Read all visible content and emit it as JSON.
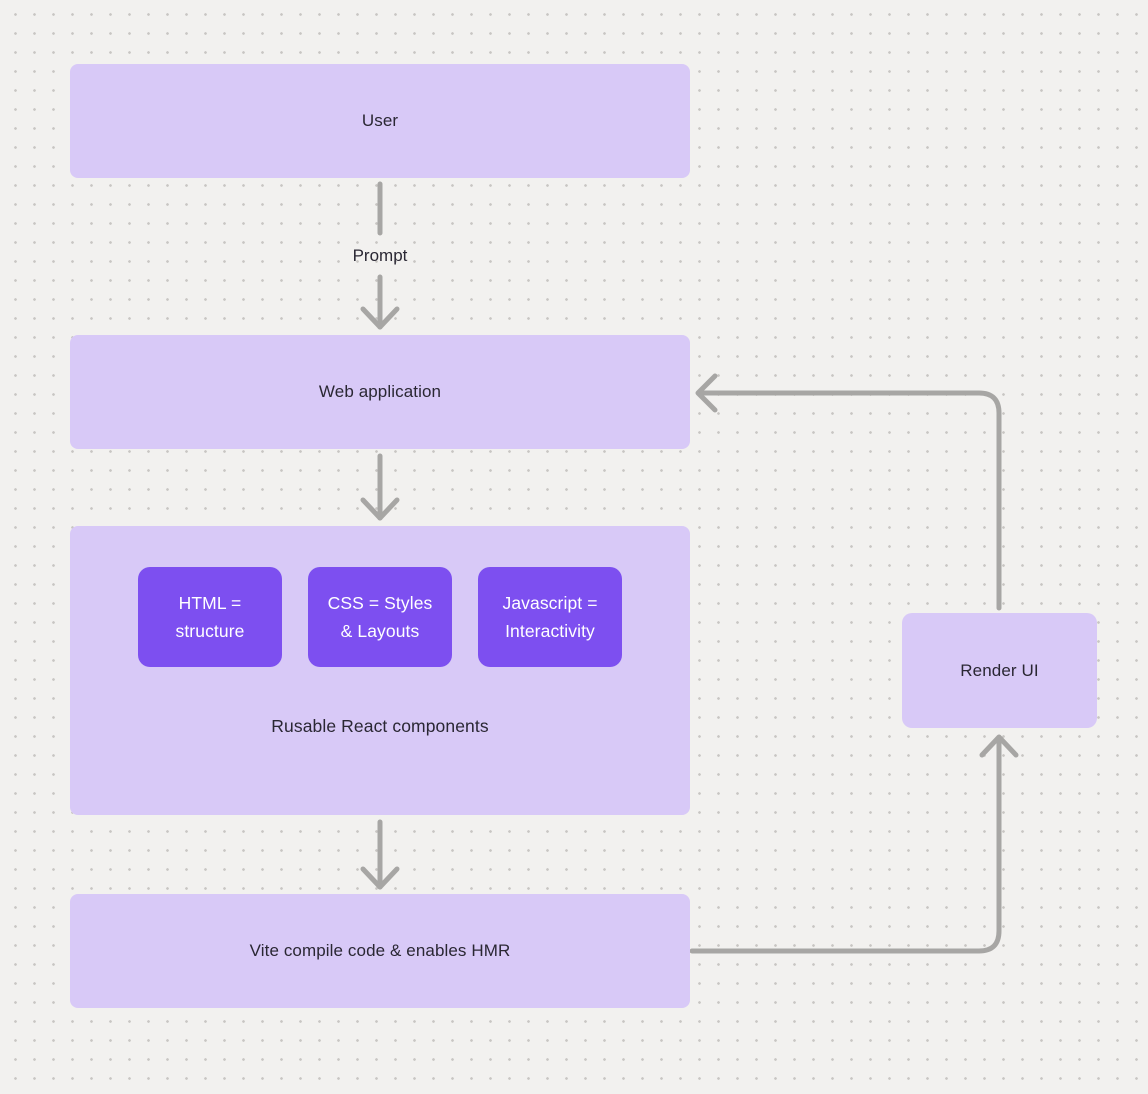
{
  "diagram": {
    "nodes": {
      "user": {
        "label": "User"
      },
      "web_application": {
        "label": "Web application"
      },
      "components_group": {
        "caption": "Rusable React components",
        "children": [
          {
            "label": "HTML = structure"
          },
          {
            "label": "CSS = Styles & Layouts"
          },
          {
            "label": "Javascript = Interactivity"
          }
        ]
      },
      "vite": {
        "label": "Vite compile code & enables HMR"
      },
      "render_ui": {
        "label": "Render UI"
      }
    },
    "edge_labels": {
      "prompt": "Prompt"
    },
    "colors": {
      "background": "#f2f1ef",
      "dot_grid": "#c8c6c3",
      "node_fill_light": "#d8c9f7",
      "node_fill_accent": "#7d4ff0",
      "node_text_dark": "#2a2733",
      "node_text_light": "#ffffff",
      "connector": "#a7a6a4"
    }
  }
}
